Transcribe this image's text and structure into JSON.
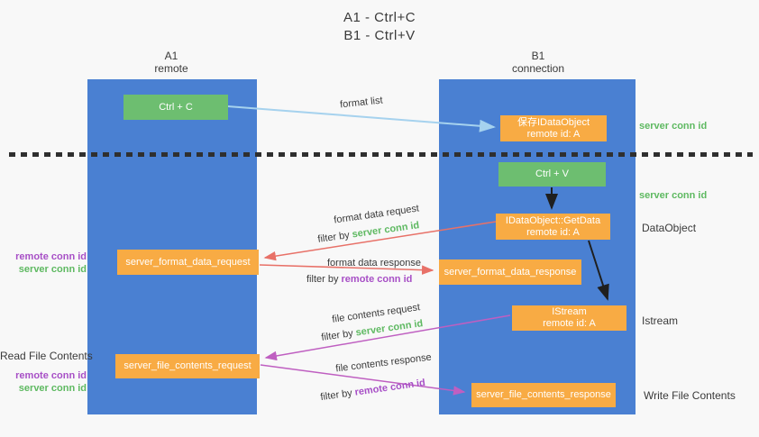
{
  "title": {
    "line1": "A1 - Ctrl+C",
    "line2": "B1 - Ctrl+V"
  },
  "columns": {
    "left": {
      "name": "A1",
      "role": "remote"
    },
    "right": {
      "name": "B1",
      "role": "connection"
    }
  },
  "boxes": {
    "ctrl_c": "Ctrl + C",
    "ctrl_v": "Ctrl + V",
    "save_dataobject": {
      "line1": "保存IDataObject",
      "line2": "remote id: A"
    },
    "getdata": {
      "line1": "IDataObject::GetData",
      "line2": "remote id: A"
    },
    "istream": {
      "line1": "IStream",
      "line2": "remote id: A"
    },
    "format_request": "server_format_data_request",
    "format_response": "server_format_data_response",
    "file_request": "server_file_contents_request",
    "file_response": "server_file_contents_response"
  },
  "arrow_labels": {
    "format_list": "format list",
    "format_data_request": {
      "title": "format data request",
      "filter_prefix": "filter by ",
      "filter_value": "server conn id"
    },
    "format_data_response": {
      "title": "format data response",
      "filter_prefix": "filter by ",
      "filter_value": "remote conn id"
    },
    "file_contents_request": {
      "title": "file contents request",
      "filter_prefix": "filter by ",
      "filter_value": "server conn id"
    },
    "file_contents_response": {
      "title": "file contents response",
      "filter_prefix": "filter by ",
      "filter_value": "remote conn id"
    }
  },
  "side_labels": {
    "server_conn_id_top": "server conn id",
    "server_conn_id_mid": "server conn id",
    "dataobject": "DataObject",
    "istream": "Istream",
    "write_file": "Write File Contents",
    "read_file": "Read File Contents",
    "left_mid": {
      "remote": "remote conn id",
      "server": "server conn id"
    },
    "left_bottom": {
      "remote": "remote conn id",
      "server": "server conn id"
    }
  },
  "colors": {
    "background": "#f8f8f8",
    "lifeline_blue": "#4a80d2",
    "box_green": "#6dbe70",
    "box_orange": "#f8ab44",
    "text_dark": "#3a3a3a",
    "text_green": "#5eb961",
    "text_purple": "#a74fc6",
    "arrow_red": "#e87168",
    "arrow_magenta": "#bf5fc1",
    "arrow_lightblue": "#a6d2ee",
    "arrow_black": "#1f1f1f"
  }
}
